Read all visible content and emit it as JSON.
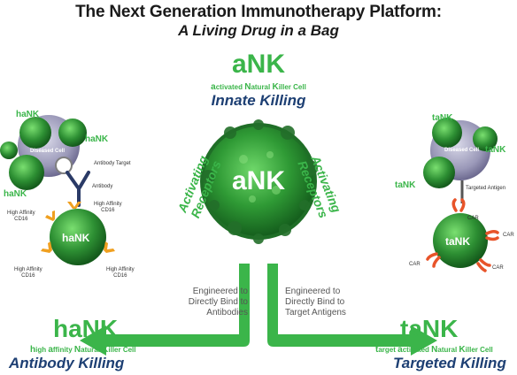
{
  "title": "The Next Generation Immunotherapy Platform:",
  "subtitle": "A Living Drug in a Bag",
  "center": {
    "name": "aNK",
    "expansion": [
      "a",
      "ctivated ",
      "N",
      "atural ",
      "K",
      "iller Cell"
    ],
    "killing": "Innate Killing",
    "cell_label": "aNK",
    "left_arc": "Activating Receptors",
    "right_arc": "Activating Receptors"
  },
  "left": {
    "name": "haNK",
    "expansion": [
      "h",
      "igh ",
      "a",
      "ffinity ",
      "N",
      "atural ",
      "K",
      "iller Cell"
    ],
    "killing": "Antibody Killing",
    "arrow_text": [
      "Engineered to",
      "Directly Bind to",
      "Antibodies"
    ],
    "illustration": {
      "hank_labels": [
        "haNK",
        "haNK",
        "haNK"
      ],
      "diseased_cell": "Diseased Cell",
      "antibody_target": "Antibody Target",
      "antibody": "Antibody",
      "high_affinity_cd16": [
        "High Affinity",
        "CD16"
      ],
      "cell_label": "haNK"
    }
  },
  "right": {
    "name": "taNK",
    "expansion": [
      "t",
      "arget ",
      "a",
      "ctivated ",
      "N",
      "atural ",
      "K",
      "iller Cell"
    ],
    "killing": "Targeted Killing",
    "arrow_text": [
      "Engineered to",
      "Directly Bind to",
      "Target Antigens"
    ],
    "illustration": {
      "tank_labels": [
        "taNK",
        "taNK",
        "taNK"
      ],
      "diseased_cell": "Diseased Cell",
      "targeted_antigen": "Targeted Antigen",
      "car": "CAR",
      "cell_label": "taNK"
    }
  },
  "colors": {
    "green": "#3bb54a",
    "navy": "#1d3f73",
    "orange": "#f0a020",
    "car_orange": "#e8542a",
    "cell_dark": "#1e7a2c"
  }
}
